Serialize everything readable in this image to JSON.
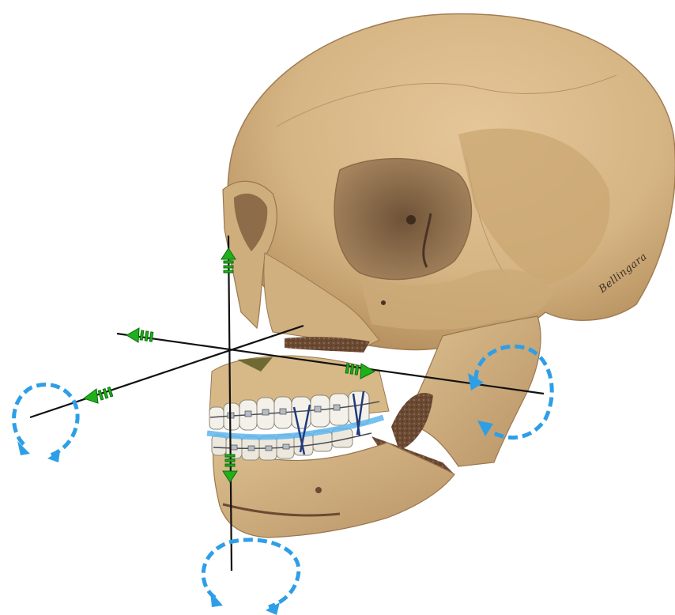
{
  "signature": "Bellingara",
  "colors": {
    "background": "#ffffff",
    "bone": "#d9b889",
    "bone_shadow": "#b38d5b",
    "bone_dark": "#7f6145",
    "orbit": "#8c7051",
    "cancellous": "#6b4a33",
    "axis_line": "#111111",
    "translation_arrow": "#1fb01a",
    "rotation_arrow": "#2e9fe6",
    "teeth": "#f3f1ea",
    "wire": "#5fb6ef"
  },
  "icons": {
    "translation": "double-headed-green-arrow",
    "rotation": "dashed-circular-blue-arrow"
  }
}
